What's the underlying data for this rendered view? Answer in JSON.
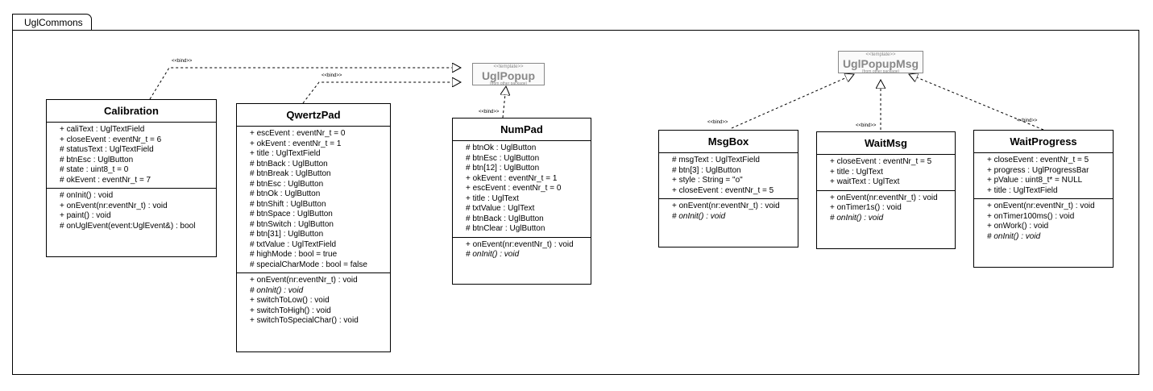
{
  "package": {
    "name": "UglCommons"
  },
  "templates": [
    {
      "stereotype": "<<template>>",
      "name": "UglPopup",
      "source": "(from other package)"
    },
    {
      "stereotype": "<<template>>",
      "name": "UglPopupMsg",
      "source": "(from other package)"
    }
  ],
  "bind_label": "<<bind>>",
  "classes": [
    {
      "name": "Calibration",
      "attributes": [
        "+ caliText : UglTextField",
        "+ closeEvent : eventNr_t = 6",
        "# statusText : UglTextField",
        "# btnEsc : UglButton",
        "# state : uint8_t = 0",
        "# okEvent : eventNr_t = 7"
      ],
      "operations": [
        {
          "text": "# onInit() : void",
          "italic": false
        },
        {
          "text": "+ onEvent(nr:eventNr_t) : void",
          "italic": false
        },
        {
          "text": "+ paint() : void",
          "italic": false
        },
        {
          "text": "# onUglEvent(event:UglEvent&) : bool",
          "italic": false
        }
      ]
    },
    {
      "name": "QwertzPad",
      "attributes": [
        "+ escEvent : eventNr_t = 0",
        "+ okEvent : eventNr_t = 1",
        "+ title : UglTextField",
        "# btnBack : UglButton",
        "# btnBreak : UglButton",
        "# btnEsc : UglButton",
        "# btnOk : UglButton",
        "# btnShift : UglButton",
        "# btnSpace : UglButton",
        "# btnSwitch : UglButton",
        "# btn[31] : UglButton",
        "# txtValue : UglTextField",
        "# highMode : bool = true",
        "# specialCharMode : bool = false"
      ],
      "operations": [
        {
          "text": "+ onEvent(nr:eventNr_t) : void",
          "italic": false
        },
        {
          "text": "# onInit() : void",
          "italic": true
        },
        {
          "text": "+ switchToLow() : void",
          "italic": false
        },
        {
          "text": "+ switchToHigh() : void",
          "italic": false
        },
        {
          "text": "+ switchToSpecialChar() : void",
          "italic": false
        }
      ]
    },
    {
      "name": "NumPad",
      "attributes": [
        "# btnOk : UglButton",
        "# btnEsc : UglButton",
        "# btn[12] : UglButton",
        "+ okEvent : eventNr_t = 1",
        "+ escEvent : eventNr_t = 0",
        "+ title : UglText",
        "# txtValue : UglText",
        "# btnBack : UglButton",
        "# btnClear : UglButton"
      ],
      "operations": [
        {
          "text": "+ onEvent(nr:eventNr_t) : void",
          "italic": false
        },
        {
          "text": "# onInit() : void",
          "italic": true
        }
      ]
    },
    {
      "name": "MsgBox",
      "attributes": [
        "# msgText : UglTextField",
        "# btn[3] : UglButton",
        "+ style : String = \"o\"",
        "+ closeEvent : eventNr_t = 5"
      ],
      "operations": [
        {
          "text": "+ onEvent(nr:eventNr_t) : void",
          "italic": false
        },
        {
          "text": "# onInit() : void",
          "italic": true
        }
      ]
    },
    {
      "name": "WaitMsg",
      "attributes": [
        "+ closeEvent : eventNr_t = 5",
        "+ title : UglText",
        "+ waitText : UglText"
      ],
      "operations": [
        {
          "text": "+ onEvent(nr:eventNr_t) : void",
          "italic": false
        },
        {
          "text": "+ onTimer1s() : void",
          "italic": false
        },
        {
          "text": "# onInit() : void",
          "italic": true
        }
      ]
    },
    {
      "name": "WaitProgress",
      "attributes": [
        "+ closeEvent : eventNr_t = 5",
        "+ progress : UglProgressBar",
        "+ pValue : uint8_t* = NULL",
        "+ title : UglTextField"
      ],
      "operations": [
        {
          "text": "+ onEvent(nr:eventNr_t) : void",
          "italic": false
        },
        {
          "text": "+ onTimer100ms() : void",
          "italic": false
        },
        {
          "text": "+ onWork() : void",
          "italic": false
        },
        {
          "text": "# onInit() : void",
          "italic": true
        }
      ]
    }
  ]
}
